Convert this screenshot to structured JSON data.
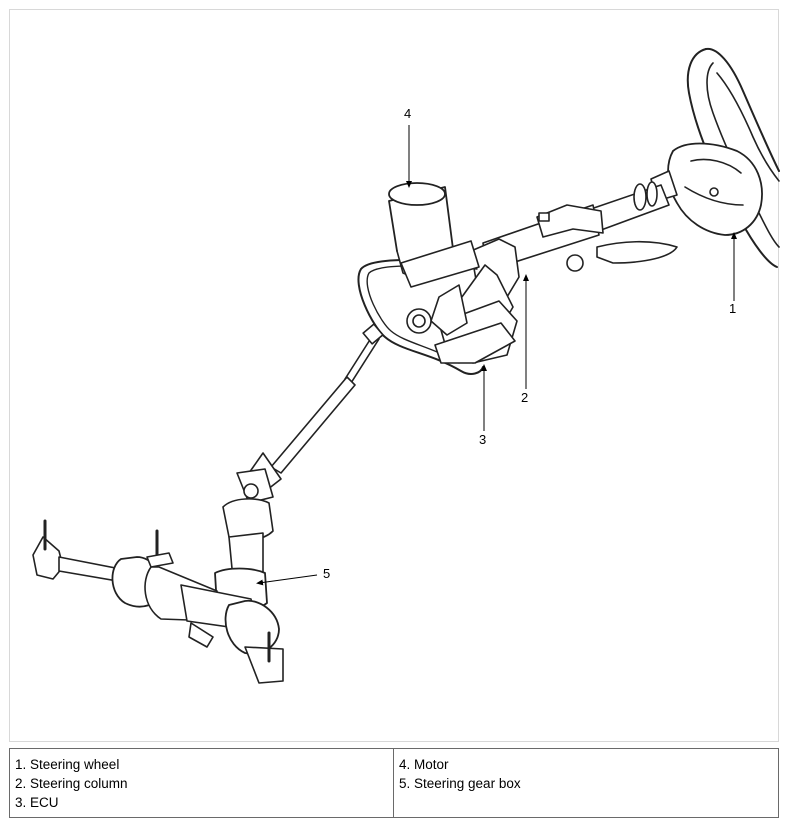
{
  "callouts": {
    "c1": "1",
    "c2": "2",
    "c3": "3",
    "c4": "4",
    "c5": "5"
  },
  "legend": {
    "left": [
      "1. Steering wheel",
      "2. Steering column",
      "3. ECU"
    ],
    "right": [
      "4. Motor",
      "5. Steering gear box"
    ]
  }
}
